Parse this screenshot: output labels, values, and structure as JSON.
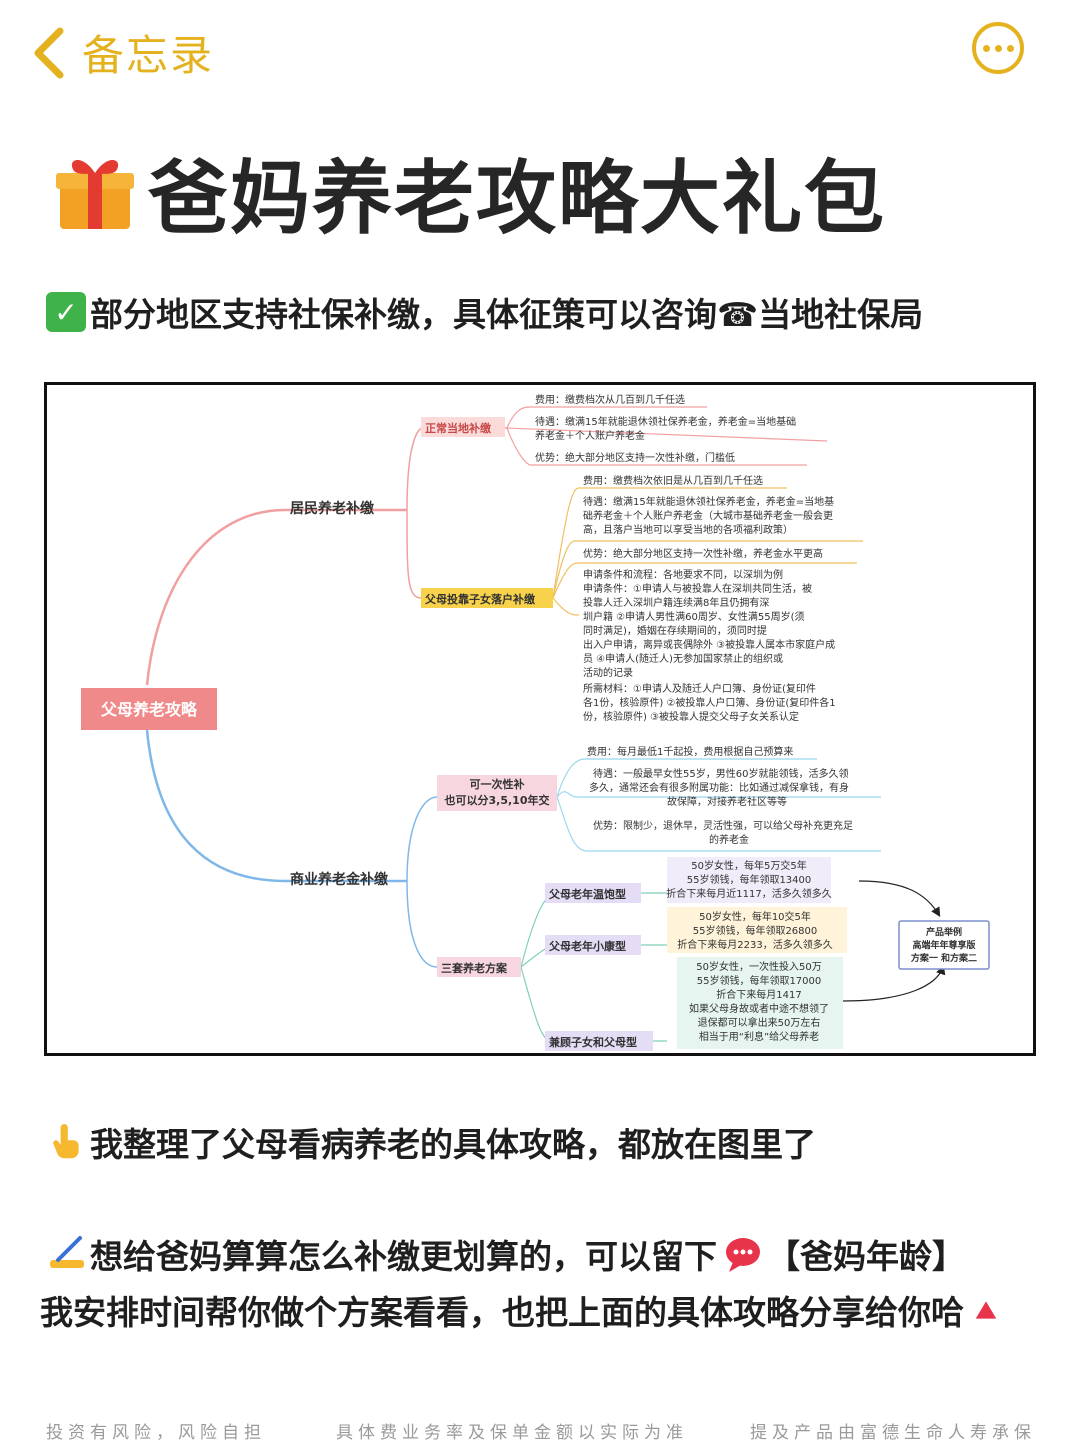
{
  "nav": {
    "back_label": "备忘录"
  },
  "header": {
    "title": "爸妈养老攻略大礼包"
  },
  "intro": {
    "text": "部分地区支持社保补缴，具体征策可以咨询☎当地社保局"
  },
  "mindmap": {
    "root": "父母养老攻略",
    "branch1": "居民养老补缴",
    "branch2": "商业养老金补缴",
    "sub_normal": "正常当地补缴",
    "sub_parents": "父母投靠子女落户补缴",
    "sub_lump": [
      "可一次性补",
      "也可以分3,5,10年交"
    ],
    "sub_three": "三套养老方案",
    "plan1": "父母老年温饱型",
    "plan2": "父母老年小康型",
    "plan3": "兼顾子女和父母型",
    "example": [
      "产品举例",
      "高端年年尊享版",
      "方案一 和方案二"
    ],
    "n1": [
      "费用：缴费档次从几百到几千任选"
    ],
    "n2": [
      "待遇：缴满15年就能退休领社保养老金，养老金=当地基础",
      "养老金＋个人账户养老金"
    ],
    "n3": [
      "优势：绝大部分地区支持一次性补缴，门槛低"
    ],
    "p1": [
      "费用：缴费档次依旧是从几百到几千任选"
    ],
    "p2": [
      "待遇：缴满15年就能退休领社保养老金，养老金=当地基",
      "础养老金＋个人账户养老金（大城市基础养老金一般会更",
      "高，且落户当地可以享受当地的各项福利政策）"
    ],
    "p3": [
      "优势：绝大部分地区支持一次性补缴，养老金水平更高"
    ],
    "p4": [
      "申请条件和流程：各地要求不同，以深圳为例",
      "申请条件：①申请人与被投靠人在深圳共同生活，被",
      "投靠人迁入深圳户籍连续满8年且仍拥有深",
      "圳户籍 ②申请人男性满60周岁、女性满55周岁(须",
      "同时满足)，婚姻在存续期间的，须同时提",
      "出入户申请，离异或丧偶除外 ③被投靠人属本市家庭户成",
      "员 ④申请人(随迁人)无参加国家禁止的组织或",
      "活动的记录",
      "所需材料：①申请人及随迁人户口簿、身份证(复印件",
      "各1份，核验原件) ②被投靠人户口簿、身份证(复印件各1",
      "份，核验原件) ③被投靠人提交父母子女关系认定"
    ],
    "c1": [
      "费用：每月最低1千起投，费用根据自己预算来"
    ],
    "c2": [
      "待遇：一般最早女性55岁，男性60岁就能领钱，活多久领",
      "多久，通常还会有很多附属功能：比如通过减保拿钱，有身",
      "故保障，对接养老社区等等"
    ],
    "c3": [
      "优势：限制少，退休早，灵活性强，可以给父母补充更充足",
      "的养老金"
    ],
    "t1": [
      "50岁女性，每年5万交5年",
      "55岁领钱，每年领取13400",
      "折合下来每月近1117，活多久领多久"
    ],
    "t2": [
      "50岁女性，每年10交5年",
      "55岁领钱，每年领取26800",
      "折合下来每月2233，活多久领多久"
    ],
    "t3": [
      "50岁女性，一次性投入50万",
      "55岁领钱，每年领取17000",
      "折合下来每月1417",
      "如果父母身故或者中途不想领了",
      "退保都可以拿出来50万左右",
      "相当于用“利息”给父母养老"
    ]
  },
  "body": {
    "line1": "我整理了父母看病养老的具体攻略，都放在图里了",
    "line2": "想给爸妈算算怎么补缴更划算的，可以留下",
    "line2b": "【爸妈年龄】",
    "line3": "我安排时间帮你做个方案看看，也把上面的具体攻略分享给你哈"
  },
  "footer": {
    "left": "投资有风险，风险自担",
    "center": "具体费业务率及保单金额以实际为准",
    "right": "提及产品由富德生命人寿承保"
  },
  "colors": {
    "accent": "#e5b21f",
    "root": "#f08a8a",
    "yellow_tag": "#f7d24a",
    "pink_tag": "#f7d6e0",
    "purple_tag": "#e5ddf5",
    "cream_box": "#fff3d9",
    "lavender_box": "#f0ecfa",
    "mint_box": "#e6f5ef"
  }
}
